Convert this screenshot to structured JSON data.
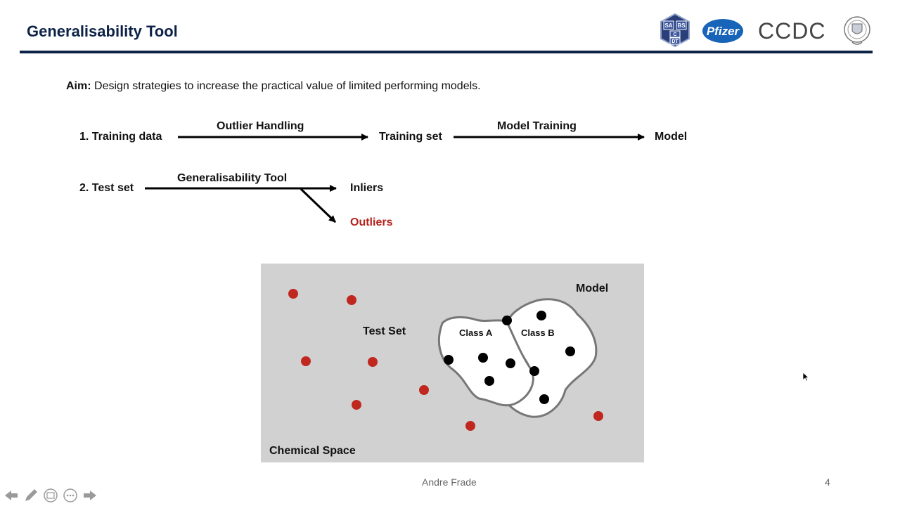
{
  "header": {
    "title": "Generalisability Tool",
    "logos": {
      "sabs": [
        "SA",
        "BS",
        "C",
        "DT"
      ],
      "pfizer": "Pfizer",
      "ccdc": "CCDC"
    }
  },
  "aim": {
    "label": "Aim:",
    "text": " Design strategies to increase the practical value of limited performing models."
  },
  "flow1": {
    "start": "1. Training  data",
    "step1": "Outlier Handling",
    "mid": "Training set",
    "step2": "Model Training",
    "end": "Model"
  },
  "flow2": {
    "start": "2. Test  set",
    "step": "Generalisability Tool",
    "inliers": "Inliers",
    "outliers": "Outliers"
  },
  "chemical_space": {
    "model_label": "Model",
    "test_set_label": "Test Set",
    "class_a": "Class A",
    "class_b": "Class B",
    "space_label": "Chemical Space",
    "outlier_color": "#c0281f",
    "inlier_color": "#000000"
  },
  "footer": {
    "author": "Andre Frade",
    "page": "4"
  },
  "nav_icons": [
    "arrow-left-icon",
    "pen-icon",
    "slide-sorter-icon",
    "more-icon",
    "arrow-right-icon"
  ]
}
